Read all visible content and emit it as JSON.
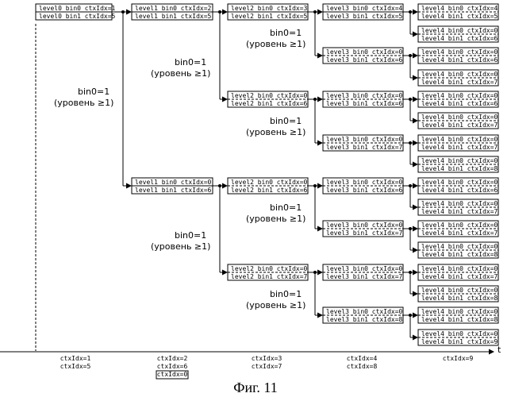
{
  "boxes": [
    {
      "l1": "level0 bin0 ctxIdx=1",
      "l2": "level0 bin1 ctxIdx=5"
    },
    {
      "l1": "level1 bin0 ctxIdx=2",
      "l2": "level1 bin1 ctxIdx=5"
    },
    {
      "l1": "level1 bin0 ctxIdx=0",
      "l2": "level1 bin1 ctxIdx=6"
    },
    {
      "l1": "level2 bin0 ctxIdx=3",
      "l2": "level2 bin1 ctxIdx=5"
    },
    {
      "l1": "level2 bin0 ctxIdx=0",
      "l2": "level2 bin1 ctxIdx=6"
    },
    {
      "l1": "level2 bin0 ctxIdx=0",
      "l2": "level2 bin1 ctxIdx=6"
    },
    {
      "l1": "level2 bin0 ctxIdx=0",
      "l2": "level2 bin1 ctxIdx=7"
    },
    {
      "l1": "level3 bin0 ctxIdx=4",
      "l2": "level3 bin1 ctxIdx=5"
    },
    {
      "l1": "level3 bin0 ctxIdx=0",
      "l2": "level3 bin1 ctxIdx=6"
    },
    {
      "l1": "level3 bin0 ctxIdx=0",
      "l2": "level3 bin1 ctxIdx=6"
    },
    {
      "l1": "level3 bin0 ctxIdx=0",
      "l2": "level3 bin1 ctxIdx=7"
    },
    {
      "l1": "level3 bin0 ctxIdx=0",
      "l2": "level3 bin1 ctxIdx=6"
    },
    {
      "l1": "level3 bin0 ctxIdx=0",
      "l2": "level3 bin1 ctxIdx=7"
    },
    {
      "l1": "level3 bin0 ctxIdx=0",
      "l2": "level3 bin1 ctxIdx=7"
    },
    {
      "l1": "level3 bin0 ctxIdx=0",
      "l2": "level3 bin1 ctxIdx=8"
    },
    {
      "l1": "level4 bin0 ctxIdx=4",
      "l2": "level4 bin1 ctxIdx=5"
    },
    {
      "l1": "level4 bin0 ctxIdx=0",
      "l2": "level4 bin1 ctxIdx=6"
    },
    {
      "l1": "level4 bin0 ctxIdx=0",
      "l2": "level4 bin1 ctxIdx=6"
    },
    {
      "l1": "level4 bin0 ctxIdx=0",
      "l2": "level4 bin1 ctxIdx=7"
    },
    {
      "l1": "level4 bin0 ctxIdx=0",
      "l2": "level4 bin1 ctxIdx=6"
    },
    {
      "l1": "level4 bin0 ctxIdx=0",
      "l2": "level4 bin1 ctxIdx=7"
    },
    {
      "l1": "level4 bin0 ctxIdx=0",
      "l2": "level4 bin1 ctxIdx=7"
    },
    {
      "l1": "level4 bin0 ctxIdx=0",
      "l2": "level4 bin1 ctxIdx=8"
    },
    {
      "l1": "level4 bin0 ctxIdx=0",
      "l2": "level4 bin1 ctxIdx=6"
    },
    {
      "l1": "level4 bin0 ctxIdx=0",
      "l2": "level4 bin1 ctxIdx=7"
    },
    {
      "l1": "level4 bin0 ctxIdx=0",
      "l2": "level4 bin1 ctxIdx=7"
    },
    {
      "l1": "level4 bin0 ctxIdx=0",
      "l2": "level4 bin1 ctxIdx=8"
    },
    {
      "l1": "level4 bin0 ctxIdx=0",
      "l2": "level4 bin1 ctxIdx=7"
    },
    {
      "l1": "level4 bin0 ctxIdx=0",
      "l2": "level4 bin1 ctxIdx=8"
    },
    {
      "l1": "level4 bin0 ctxIdx=0",
      "l2": "level4 bin1 ctxIdx=8"
    },
    {
      "l1": "level4 bin0 ctxIdx=0",
      "l2": "level4 bin1 ctxIdx=9"
    }
  ],
  "branch_labels": [
    {
      "l1": "bin0=1",
      "l2": "(уровень ≥1)"
    },
    {
      "l1": "bin0=1",
      "l2": "(уровень ≥1)"
    },
    {
      "l1": "bin0=1",
      "l2": "(уровень ≥1)"
    },
    {
      "l1": "bin0=1",
      "l2": "(уровень ≥1)"
    },
    {
      "l1": "bin0=1",
      "l2": "(уровень ≥1)"
    },
    {
      "l1": "bin0=1",
      "l2": "(уровень ≥1)"
    },
    {
      "l1": "bin0=1",
      "l2": "(уровень ≥1)"
    }
  ],
  "time_axis_label": "t",
  "bottom_labels": [
    {
      "l1": "ctxIdx=1",
      "l2": "ctxIdx=5",
      "l3": ""
    },
    {
      "l1": "ctxIdx=2",
      "l2": "ctxIdx=6",
      "l3": "ctxIdx=0"
    },
    {
      "l1": "ctxIdx=3",
      "l2": "ctxIdx=7",
      "l3": ""
    },
    {
      "l1": "ctxIdx=4",
      "l2": "ctxIdx=8",
      "l3": ""
    },
    {
      "l1": "ctxIdx=9",
      "l2": "",
      "l3": ""
    }
  ],
  "figure_caption": "Фиг. 11"
}
